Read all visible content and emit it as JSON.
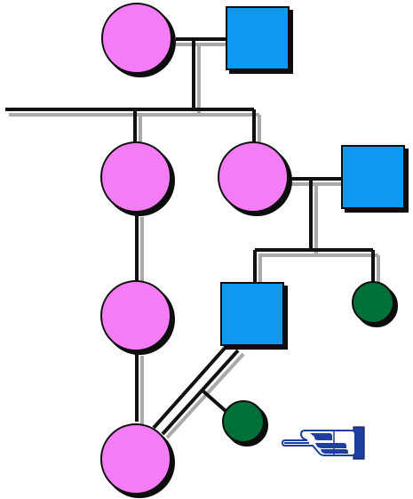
{
  "diagram": {
    "type": "pedigree-chart",
    "colors": {
      "female_node": "#f47cf4",
      "male_node": "#0a98f2",
      "child_node": "#006f37",
      "line_dark": "#111111",
      "line_light": "#a9a9a9",
      "shadow": "#111111",
      "hand_blue": "#1f3f9f",
      "hand_white": "#ffffff"
    },
    "nodes": [
      {
        "id": "grandmother",
        "shape": "circle",
        "role": "female"
      },
      {
        "id": "grandfather",
        "shape": "square",
        "role": "male"
      },
      {
        "id": "mother-left",
        "shape": "circle",
        "role": "female"
      },
      {
        "id": "mother-right",
        "shape": "circle",
        "role": "female"
      },
      {
        "id": "father-right",
        "shape": "square",
        "role": "male"
      },
      {
        "id": "middle-left",
        "shape": "circle",
        "role": "female"
      },
      {
        "id": "middle-square",
        "shape": "square",
        "role": "male"
      },
      {
        "id": "child-right",
        "shape": "circle",
        "role": "child"
      },
      {
        "id": "bottom-left",
        "shape": "circle",
        "role": "female"
      },
      {
        "id": "child-bottom",
        "shape": "circle",
        "role": "child"
      }
    ],
    "pointer": {
      "icon": "pointing-hand-icon"
    }
  }
}
